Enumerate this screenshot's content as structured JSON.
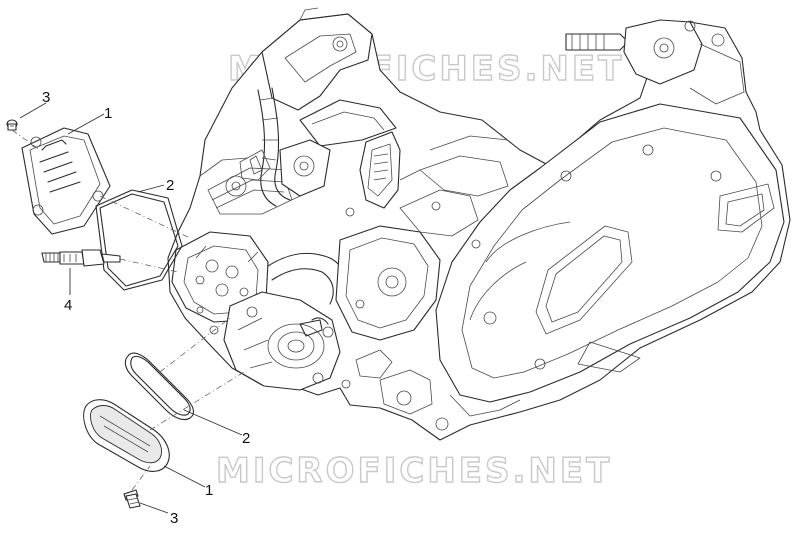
{
  "watermarks": [
    "MICROFICHES.NET",
    "MICROFICHES.NET"
  ],
  "callouts": [
    {
      "id": "c3-top",
      "label": "3"
    },
    {
      "id": "c1-top",
      "label": "1"
    },
    {
      "id": "c2-top",
      "label": "2"
    },
    {
      "id": "c4",
      "label": "4"
    },
    {
      "id": "c2-bottom",
      "label": "2"
    },
    {
      "id": "c1-bottom",
      "label": "1"
    },
    {
      "id": "c3-bottom",
      "label": "3"
    }
  ],
  "parts": {
    "1": "cover",
    "2": "gasket",
    "3": "screw",
    "4": "spark-plug"
  },
  "colors": {
    "line": "#2b2b2b",
    "watermark": "#c9c9c9",
    "background": "#ffffff"
  }
}
